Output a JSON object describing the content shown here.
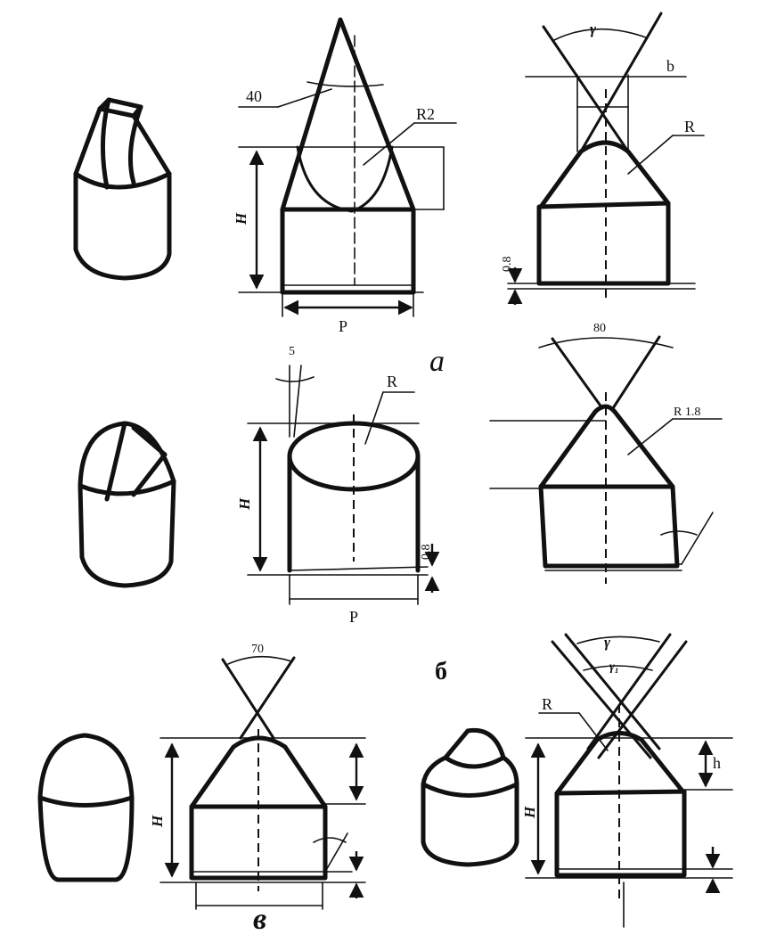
{
  "sections": {
    "a": "а",
    "b": "б",
    "v": "в"
  },
  "labels": {
    "angle_40": "40",
    "radius_r2": "R2",
    "height_h": "H",
    "width_p": "P",
    "gamma": "γ",
    "chamfer_b": "b",
    "radius_r": "R",
    "offset_08": "0.8",
    "angle_5": "5",
    "angle_80": "80",
    "radius_r18": "R 1.8",
    "angle_70": "70",
    "gamma1": "γ₁",
    "height_small_h": "h"
  }
}
